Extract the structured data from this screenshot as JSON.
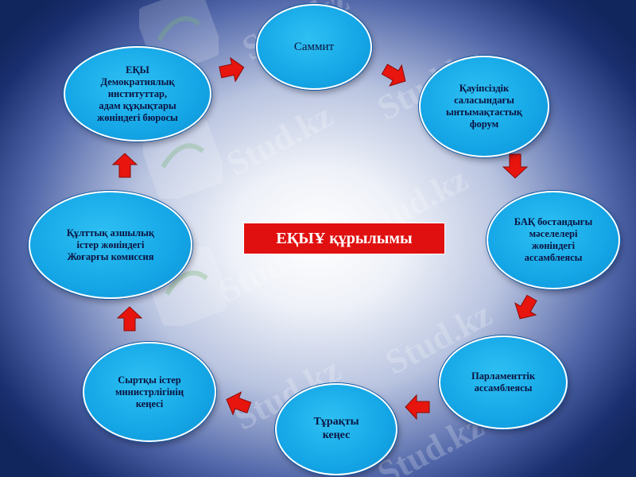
{
  "title": "ЕҚЫҰ  құрылымы",
  "nodes": {
    "summit": "Саммит",
    "security_forum": "Қауіпсіздік\nсаласындағы\nынтымақтастық\nфорум",
    "media_freedom": "БАҚ бостандығы\nмәселелері\nжөніндегі\nассамблеясы",
    "parliamentary": "Парламенттік\nассамблеясы",
    "permanent_council": "Тұрақты\nкеңес",
    "foreign_ministers": "Сыртқы істер\nминистрлігінің\nкеңесі",
    "minorities": "Құлттық  азшылық\nістер  жөніндегі\nЖоғарғы комиссия",
    "odihr": "ЕҚЫ\nДемократиялық\nинституттар,\nадам  құқықтары\nжөніндегі бюросы"
  },
  "watermark": "Stud.kz",
  "colors": {
    "node_fill": "#14a6e6",
    "node_text": "#0b1340",
    "arrow": "#e8150e",
    "title_bg": "#e01010",
    "title_text": "#ffffff",
    "background_edge": "#12265e",
    "background_center": "#ffffff"
  }
}
